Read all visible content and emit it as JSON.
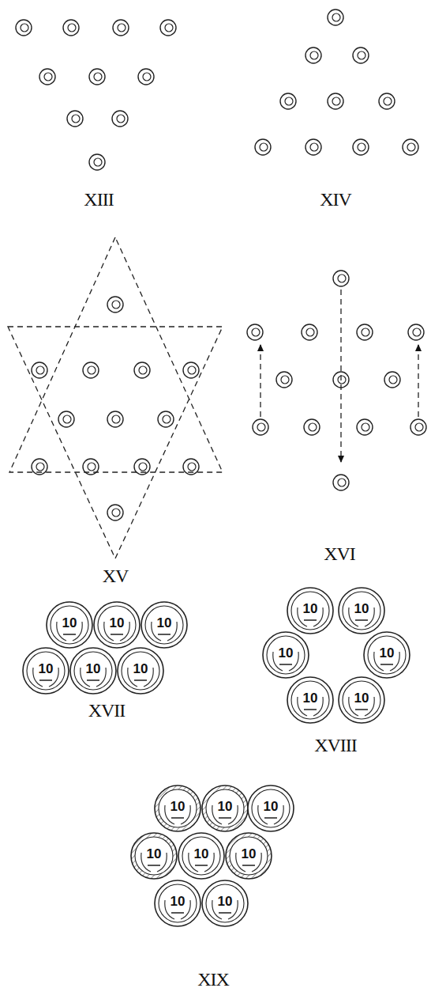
{
  "diagram": {
    "labels": [
      "XIII",
      "XIV",
      "XV",
      "XVI",
      "10",
      "10",
      "10",
      "10",
      "10",
      "10",
      "XVII",
      "10",
      "10",
      "10",
      "10",
      "10",
      "10",
      "XVIII",
      "10",
      "10",
      "10",
      "10",
      "10",
      "10",
      "10",
      "10",
      "XIX"
    ]
  }
}
